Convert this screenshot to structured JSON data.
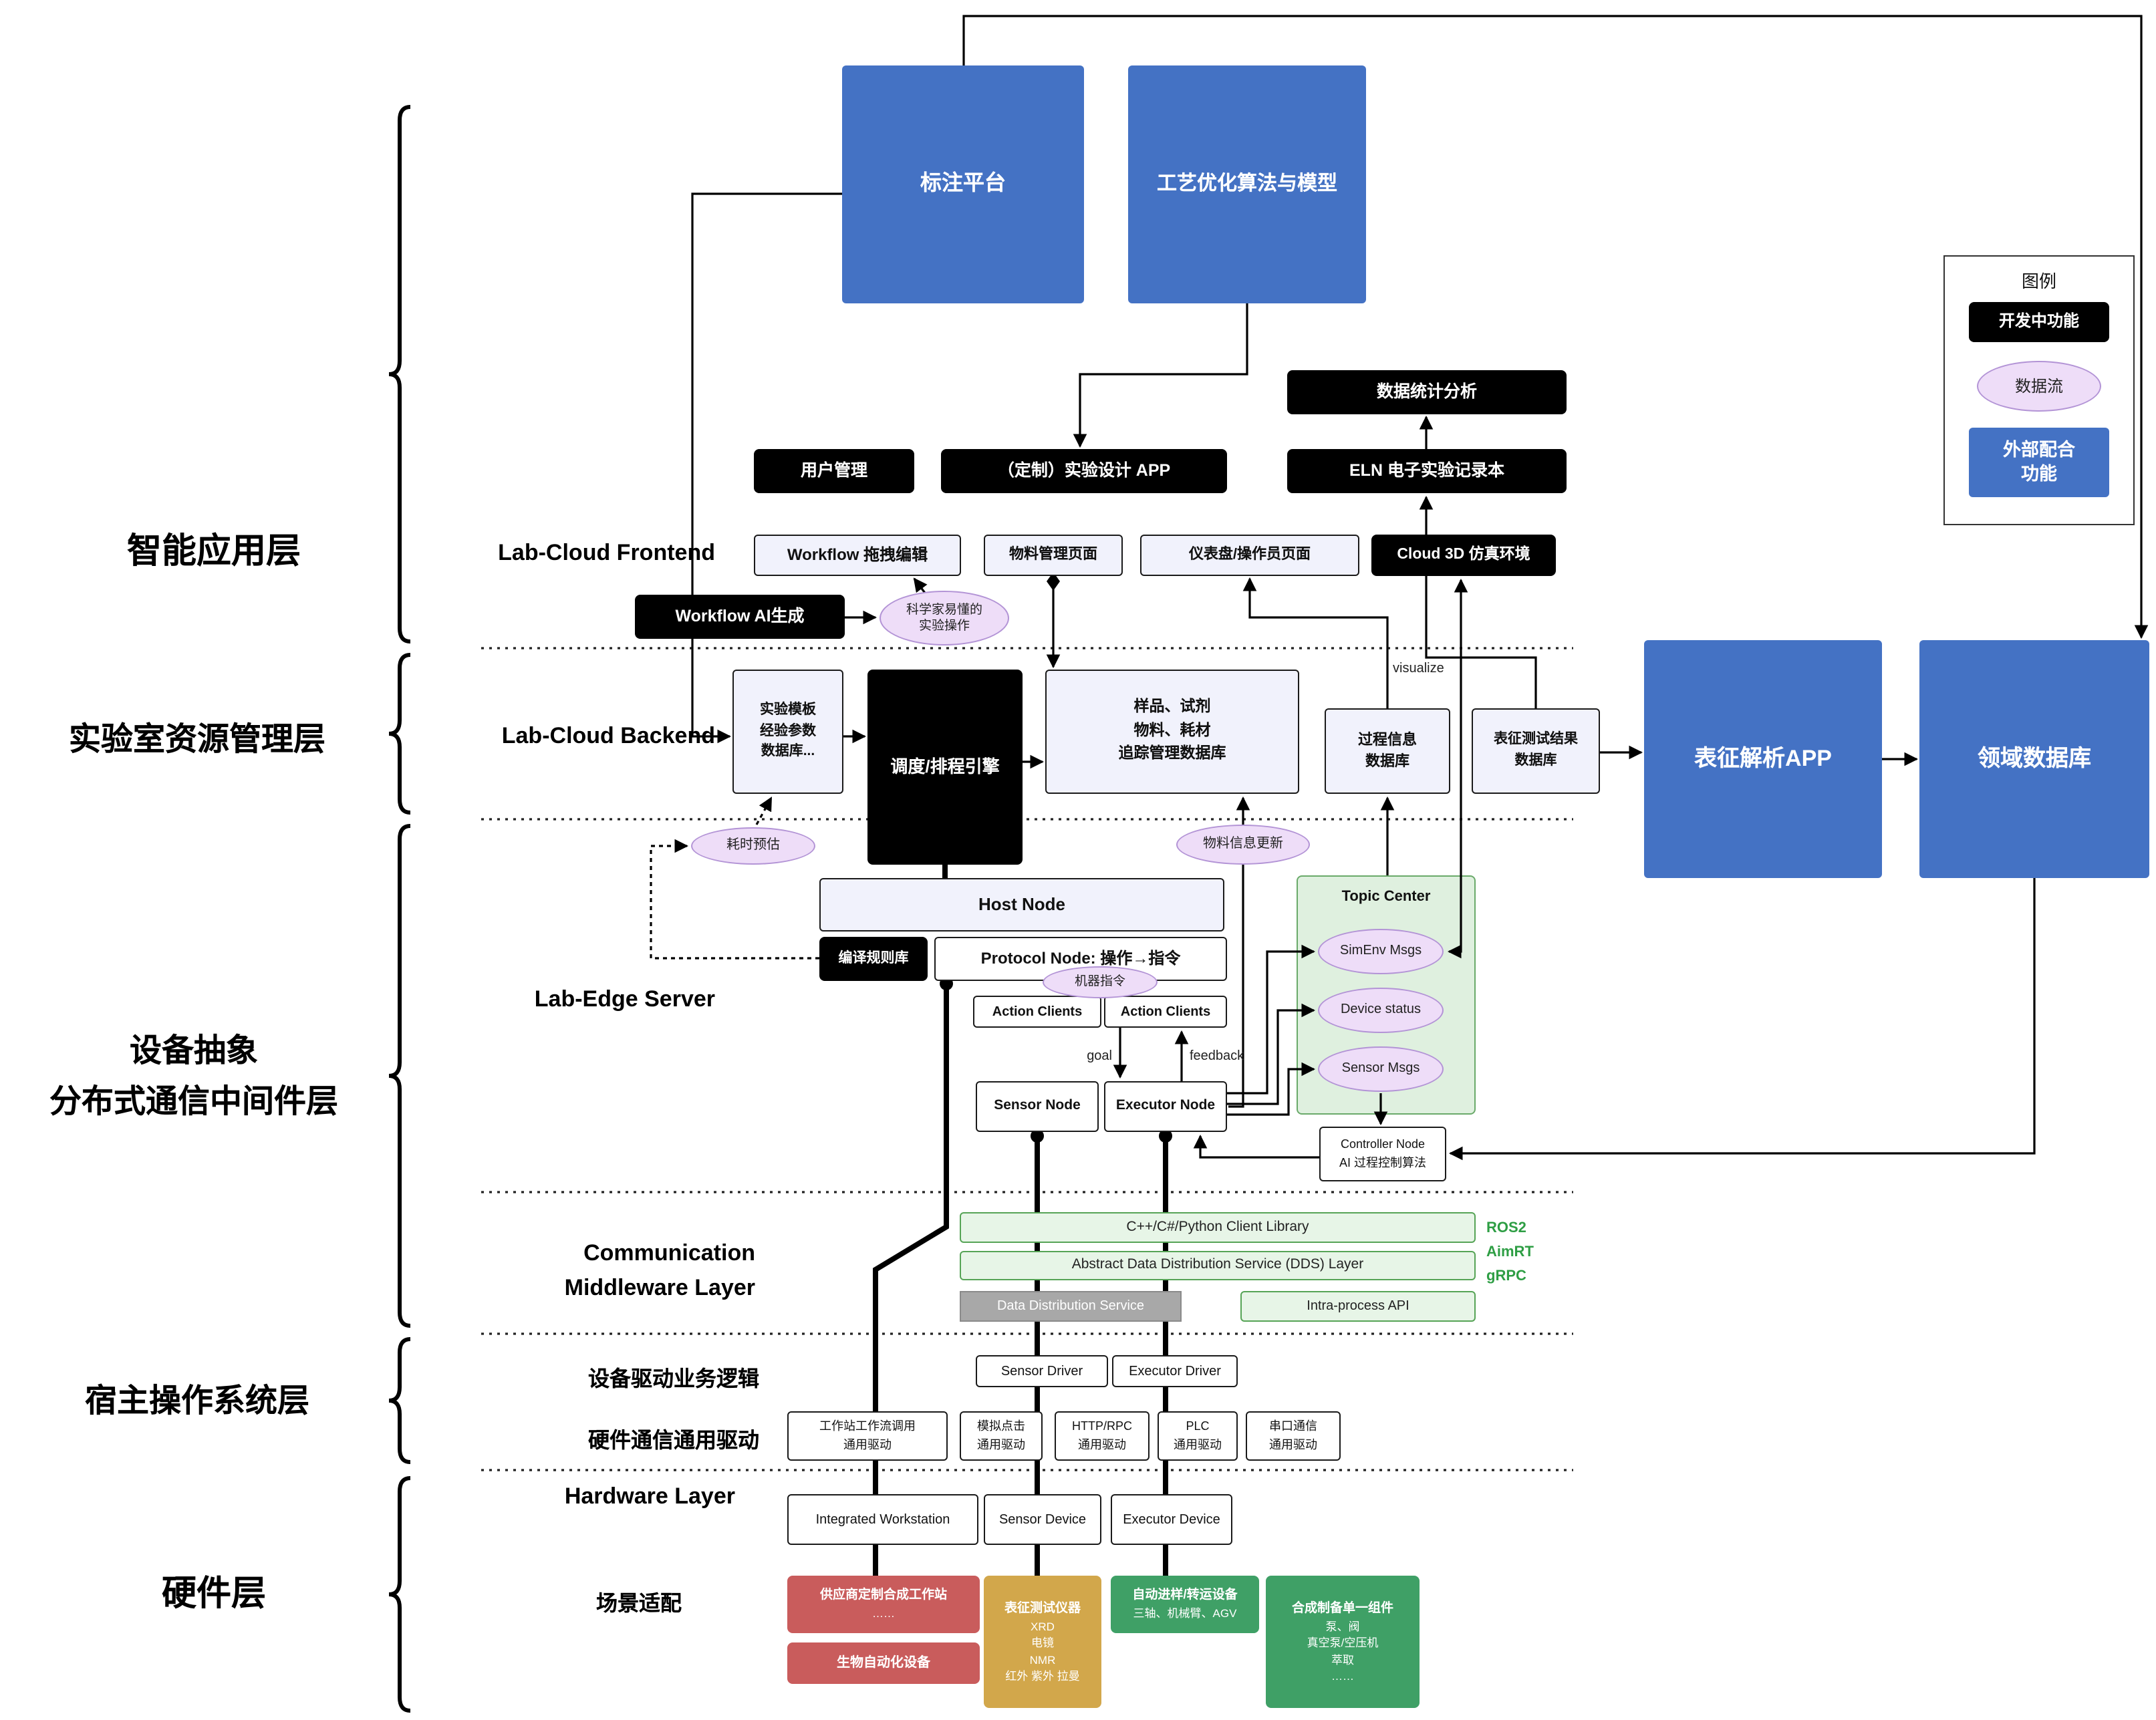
{
  "layers": {
    "app": "智能应用层",
    "resource": "实验室资源管理层",
    "mw_1": "设备抽象",
    "mw_2": "分布式通信中间件层",
    "host_os": "宿主操作系统层",
    "hardware": "硬件层"
  },
  "sections": {
    "frontend": "Lab-Cloud Frontend",
    "backend": "Lab-Cloud Backend",
    "edge": "Lab-Edge Server",
    "comm_1": "Communication",
    "comm_2": "Middleware Layer",
    "driver_logic": "设备驱动业务逻辑",
    "generic_driver": "硬件通信通用驱动",
    "hardware": "Hardware Layer",
    "scenario": "场景适配"
  },
  "legend": {
    "title": "图例",
    "developing": "开发中功能",
    "dataflow": "数据流",
    "external_1": "外部配合",
    "external_2": "功能"
  },
  "top": {
    "annotation_platform": "标注平台",
    "process_optimization": "工艺优化算法与模型"
  },
  "app_layer": {
    "data_stats": "数据统计分析",
    "user_mgmt": "用户管理",
    "custom_app": "（定制）实验设计 APP",
    "eln": "ELN 电子实验记录本",
    "workflow_edit": "Workflow 拖拽编辑",
    "material_page": "物料管理页面",
    "dashboard_page": "仪表盘/操作员页面",
    "cloud3d": "Cloud 3D 仿真环境",
    "workflow_ai": "Workflow AI生成",
    "scientist_ops_1": "科学家易懂的",
    "scientist_ops_2": "实验操作"
  },
  "backend": {
    "template_db_1": "实验模板",
    "template_db_2": "经验参数",
    "template_db_3": "数据库...",
    "scheduler": "调度/排程引擎",
    "sample_db_1": "样品、试剂",
    "sample_db_2": "物料、耗材",
    "sample_db_3": "追踪管理数据库",
    "process_db_1": "过程信息",
    "process_db_2": "数据库",
    "charact_db_1": "表征测试结果",
    "charact_db_2": "数据库",
    "visualize": "visualize",
    "charact_app": "表征解析APP",
    "domain_db": "领域数据库",
    "time_estimate": "耗时预估",
    "material_update": "物料信息更新"
  },
  "edge": {
    "host_node": "Host Node",
    "compile_rules": "编译规则库",
    "protocol_node": "Protocol Node: 操作→指令",
    "machine_cmd": "机器指令",
    "action_clients": "Action Clients",
    "goal": "goal",
    "feedback": "feedback",
    "sensor_node": "Sensor Node",
    "executor_node": "Executor Node",
    "topic_center": "Topic Center",
    "simenv_msgs": "SimEnv Msgs",
    "device_status": "Device status",
    "sensor_msgs": "Sensor Msgs",
    "controller_node_1": "Controller Node",
    "controller_node_2": "AI 过程控制算法"
  },
  "comm": {
    "client_lib": "C++/C#/Python Client Library",
    "dds_layer": "Abstract Data Distribution Service (DDS) Layer",
    "dds": "Data Distribution Service",
    "intra_api": "Intra-process API",
    "ros2": "ROS2",
    "aimrt": "AimRT",
    "grpc": "gRPC"
  },
  "driver": {
    "sensor_driver": "Sensor Driver",
    "executor_driver": "Executor Driver",
    "ws_1": "工作站工作流调用",
    "click_1": "模拟点击",
    "http_1": "HTTP/RPC",
    "plc_1": "PLC",
    "serial_1": "串口通信",
    "generic": "通用驱动"
  },
  "hardware": {
    "workstation": "Integrated Workstation",
    "sensor_device": "Sensor Device",
    "executor_device": "Executor Device"
  },
  "scenario": {
    "vendor_ws": "供应商定制合成工作站",
    "vendor_ws_sub": "……",
    "bio_auto": "生物自动化设备",
    "charact_title": "表征测试仪器",
    "charact_items": [
      "XRD",
      "电镜",
      "NMR",
      "红外 紫外 拉曼"
    ],
    "transfer_title": "自动进样/转运设备",
    "transfer_sub": "三轴、机械臂、AGV",
    "synth_title": "合成制备单一组件",
    "synth_items": [
      "泵、阀",
      "真空泵/空压机",
      "萃取",
      "……"
    ]
  },
  "colors": {
    "blue": "#4472c4",
    "black": "#000000",
    "red": "#c95c5c",
    "gold": "#d2a74b",
    "green": "#3fa066",
    "purple_fill": "#eeddf8",
    "green_fill": "#e7f5e7",
    "gray_fill": "#a8a8a8",
    "green_text": "#2e9e44"
  }
}
